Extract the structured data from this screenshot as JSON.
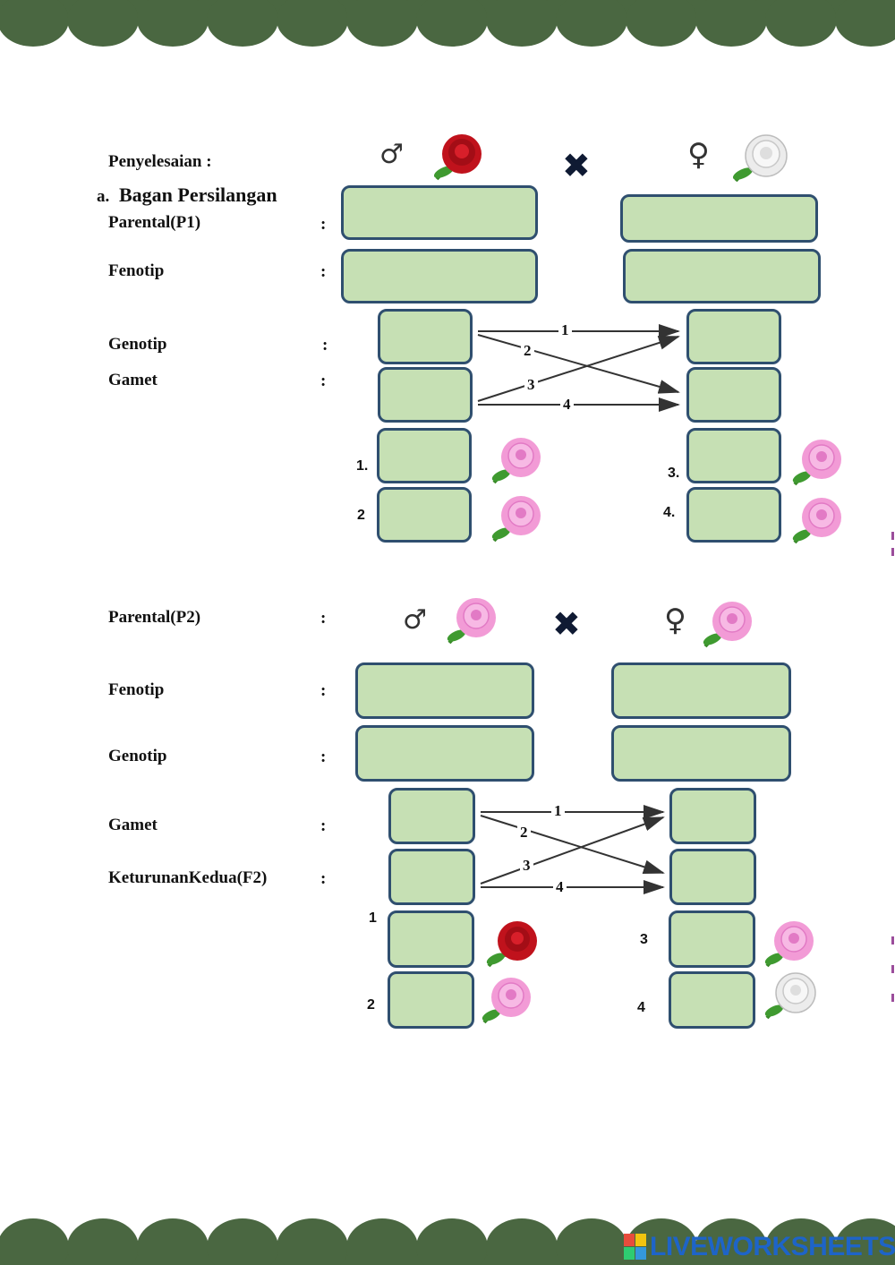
{
  "header": {
    "solution_label": "Penyelesaian :",
    "section_marker": "a.",
    "section_title": "Bagan Persilangan"
  },
  "cross1": {
    "rows": [
      {
        "label": "Parental(P1)",
        "colon": ":"
      },
      {
        "label": "Fenotip",
        "colon": ":"
      },
      {
        "label": "Genotip",
        "colon": ":"
      },
      {
        "label": "Gamet",
        "colon": ":"
      }
    ],
    "male_symbol": "♂",
    "female_symbol": "♀",
    "cross_symbol": "✖",
    "male_flower_color": "#c0121c",
    "female_flower_color": "#e8e8e8",
    "arrow_labels": [
      "1",
      "2",
      "3",
      "4"
    ],
    "offspring_numbers": [
      "1.",
      "2",
      "3.",
      "4."
    ],
    "offspring_flower_colors": [
      "#f29bd6",
      "#f29bd6",
      "#f29bd6",
      "#f29bd6"
    ]
  },
  "cross2": {
    "rows": [
      {
        "label": "Parental(P2)",
        "colon": ":"
      },
      {
        "label": "Fenotip",
        "colon": ":"
      },
      {
        "label": "Genotip",
        "colon": ":"
      },
      {
        "label": "Gamet",
        "colon": ":"
      },
      {
        "label": "KeturunanKedua(F2)",
        "colon": ":"
      }
    ],
    "male_symbol": "♂",
    "female_symbol": "♀",
    "cross_symbol": "✖",
    "male_flower_color": "#f29bd6",
    "female_flower_color": "#f29bd6",
    "arrow_labels": [
      "1",
      "2",
      "3",
      "4"
    ],
    "offspring_numbers": [
      "1",
      "2",
      "3",
      "4"
    ],
    "offspring_flower_colors": [
      "#c0121c",
      "#f29bd6",
      "#f29bd6",
      "#e8e8e8"
    ]
  },
  "footer": {
    "brand": "LIVEWORKSHEETS"
  },
  "colors": {
    "border_band": "#4a6741",
    "answer_box_fill": "#c6e0b4",
    "answer_box_border": "#2f4f6f"
  }
}
